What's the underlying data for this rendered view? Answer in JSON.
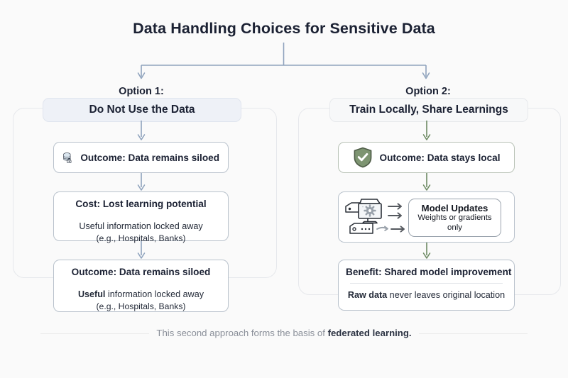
{
  "title": "Data Handling Choices for Sensitive Data",
  "colors": {
    "background": "#fafafa",
    "title_text": "#1b2133",
    "blue_accent": "#8fa3bd",
    "green_accent": "#6d8a63",
    "shield_green": "#7d9471",
    "card_border": "#b9c2cc",
    "frame_border": "#e6e8ec",
    "option1_header_fill": "#eef1f7",
    "option2_header_fill": "#f7f8f9",
    "footer_text": "#8a8f99"
  },
  "options": [
    {
      "id": "option-1",
      "label": "Option 1:",
      "heading": "Do Not Use the Data",
      "cards": [
        {
          "id": "card-l1",
          "icon": "database-lock-icon",
          "title": "Outcome: Data remains siloed",
          "title_bold_prefix": "Outcome:",
          "title_rest": " Data remains siloed"
        },
        {
          "id": "card-l2",
          "head_bold": "Cost:",
          "head_rest": " Lost learning potential",
          "body_bold": "",
          "body_text": "Useful information locked away",
          "body_sub": "(e.g., Hospitals, Banks)"
        },
        {
          "id": "card-l3",
          "head_bold": "Outcome:",
          "head_rest": " Data remains siloed",
          "body_bold": "Useful",
          "body_text": " information locked away",
          "body_sub": "(e.g., Hospitals, Banks)"
        }
      ]
    },
    {
      "id": "option-2",
      "label": "Option 2:",
      "heading": "Train Locally, Share Learnings",
      "cards": [
        {
          "id": "card-r1",
          "icon": "shield-check-icon",
          "title_bold_prefix": "Outcome:",
          "title_rest": " Data stays local"
        },
        {
          "id": "card-r2",
          "icon": "devices-gear-icon",
          "inner_title": "Model Updates",
          "inner_sub_line1": "Weights or gradients",
          "inner_sub_line2": "only"
        },
        {
          "id": "card-r3",
          "head_bold": "Benefit:",
          "head_rest": " Shared model improvement",
          "body_bold": "Raw data",
          "body_text": " never leaves original location",
          "body_sub": ""
        }
      ]
    }
  ],
  "footer": {
    "text": "This second approach forms the basis of ",
    "highlight": "federated learning."
  }
}
